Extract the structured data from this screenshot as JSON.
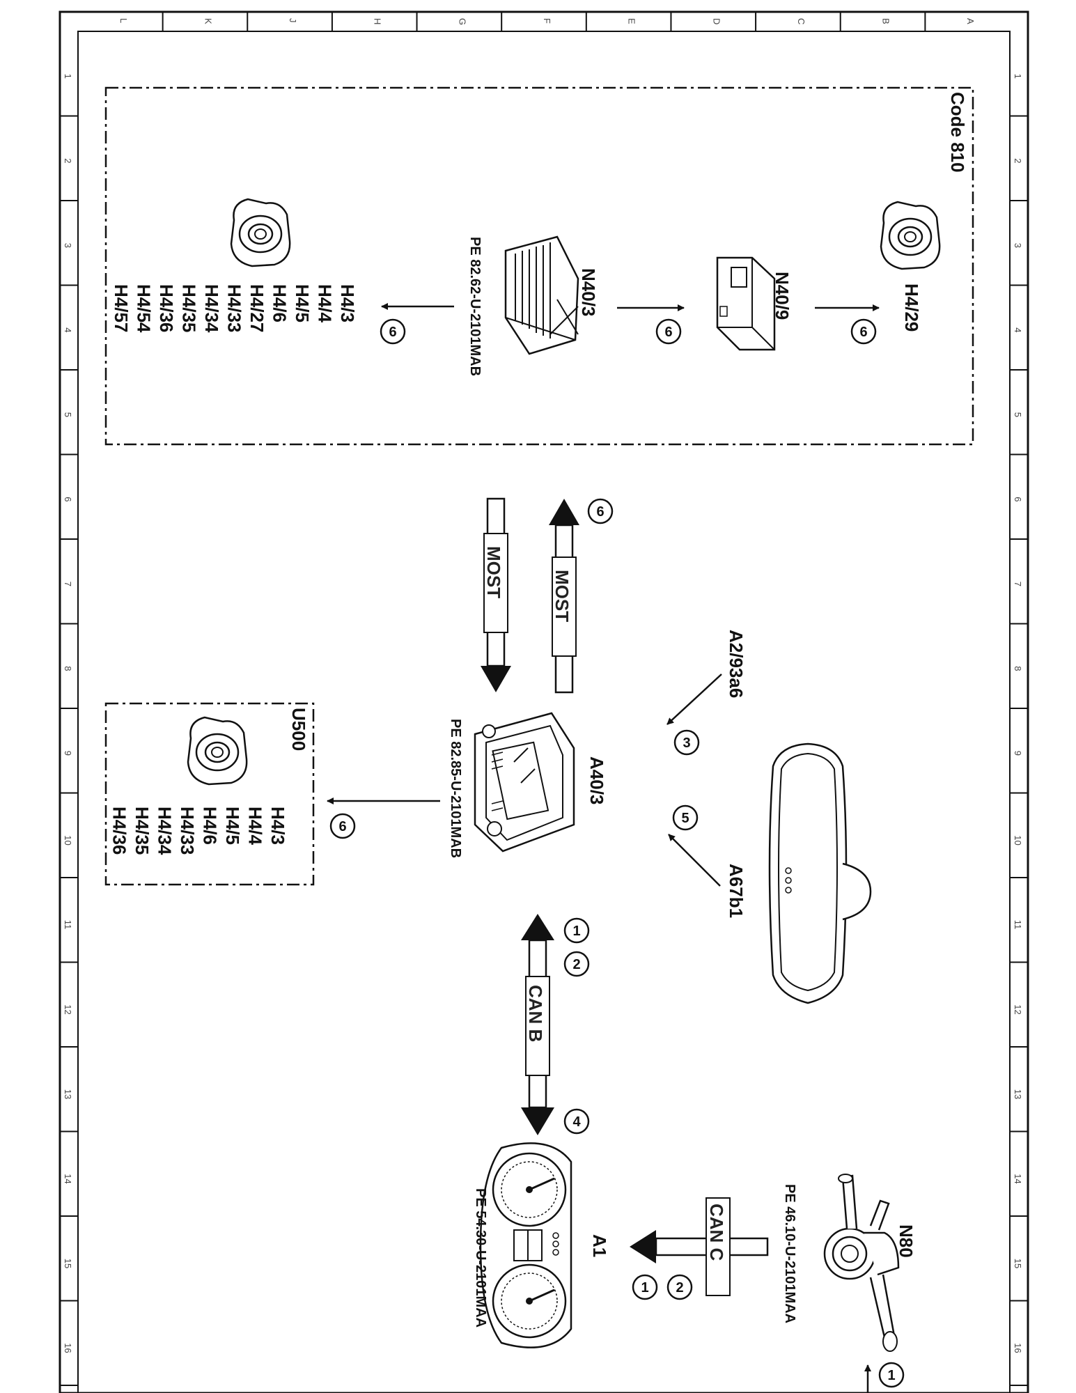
{
  "grid": {
    "cols": [
      "L",
      "K",
      "J",
      "H",
      "G",
      "F",
      "E",
      "D",
      "C",
      "B",
      "A"
    ],
    "rows": [
      "1",
      "2",
      "3",
      "4",
      "5",
      "6",
      "7",
      "8",
      "9",
      "10",
      "11",
      "12",
      "13",
      "14",
      "15",
      "16"
    ]
  },
  "code_box": {
    "title": "Code 810",
    "h4_29": "H4/29",
    "n40_9": "N40/9",
    "n40_3": "N40/3",
    "n40_3_ref": "PE 82.62-U-2101MAB",
    "h4_list": [
      "H4/3",
      "H4/4",
      "H4/5",
      "H4/6",
      "H4/27",
      "H4/33",
      "H4/34",
      "H4/35",
      "H4/36",
      "H4/54",
      "H4/57"
    ],
    "circles": [
      "6",
      "6",
      "6"
    ]
  },
  "most": {
    "bus1": "MOST",
    "bus2": "MOST",
    "circle": "6"
  },
  "a40_3": {
    "label": "A40/3",
    "ref": "PE 82.85-U-2101MAB"
  },
  "a2_93a6": {
    "label": "A2/93a6",
    "circle": "3"
  },
  "a67b1": {
    "label": "A67b1",
    "circle": "5"
  },
  "u500": {
    "title": "U500",
    "circle": "6",
    "h4_list": [
      "H4/3",
      "H4/4",
      "H4/5",
      "H4/6",
      "H4/33",
      "H4/34",
      "H4/35",
      "H4/36"
    ]
  },
  "can_b": {
    "bus": "CAN B",
    "circle_top_1": "1",
    "circle_top_2": "2",
    "circle_bottom": "4"
  },
  "a1": {
    "label": "A1",
    "ref": "PE 54.30-U-2101MAA"
  },
  "n80": {
    "label": "N80",
    "ref": "PE 46.10-U-2101MAA"
  },
  "can_c": {
    "bus": "CAN C",
    "circle_1": "2",
    "circle_2": "1"
  },
  "edge_circle": "1"
}
